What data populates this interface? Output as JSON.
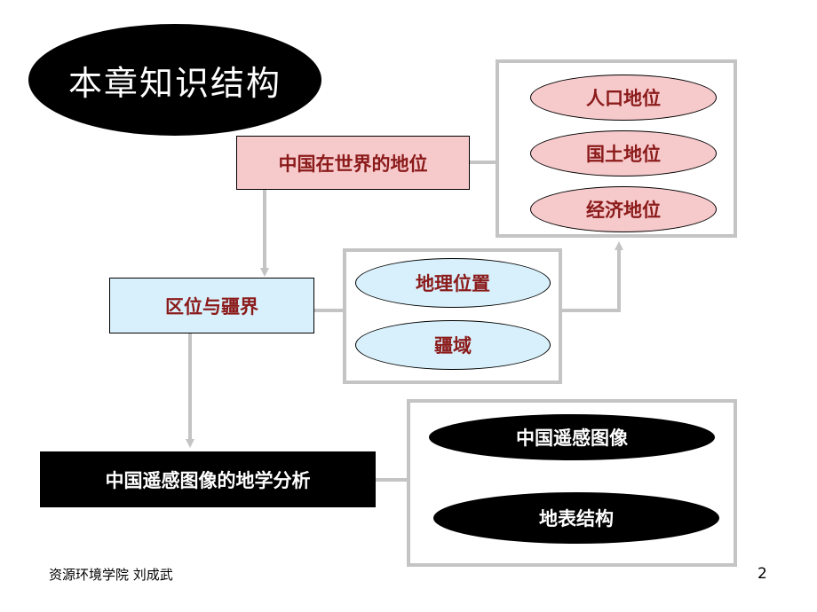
{
  "title": "本章知识结构",
  "nodes": {
    "china_world_status": "中国在世界的地位",
    "location_territory": "区位与疆界",
    "rs_analysis": "中国遥感图像的地学分析"
  },
  "status_items": [
    "人口地位",
    "国土地位",
    "经济地位"
  ],
  "location_items": [
    "地理位置",
    "疆域"
  ],
  "rs_items": [
    "中国遥感图像",
    "地表结构"
  ],
  "footer": {
    "author": "资源环境学院 刘成武",
    "page_number": "2"
  },
  "colors": {
    "pink_fill": "#f6c9cb",
    "blue_fill": "#d7f0fb",
    "dark_red_text": "#8b1a1a",
    "connector_gray": "#c4c4c4"
  }
}
